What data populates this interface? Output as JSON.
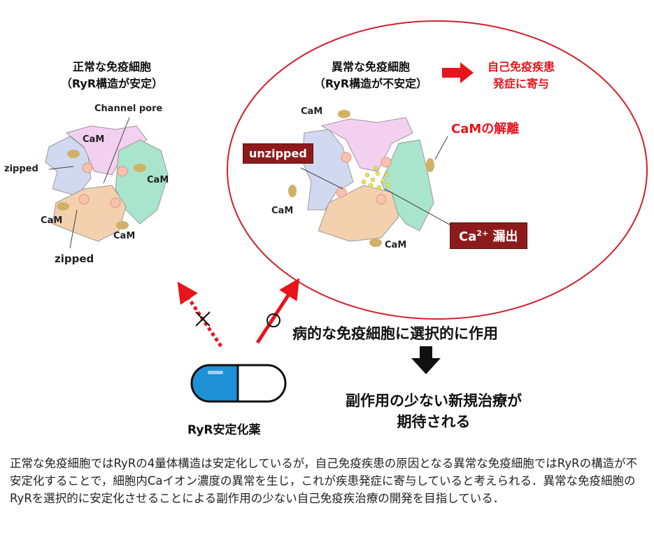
{
  "normal": {
    "title": "正常な免疫細胞",
    "subtitle": "（RyR構造が安定）",
    "labels": {
      "channel_pore": "Channel pore",
      "cam": "CaM",
      "zipped": "zipped"
    }
  },
  "abnormal": {
    "title": "異常な免疫細胞",
    "subtitle": "（RyR構造が不安定）",
    "result_line1": "自己免疫疾患",
    "result_line2": "発症に寄与",
    "labels": {
      "cam": "CaM",
      "cam_dissociation": "CaMの解離",
      "unzipped": "unzipped",
      "ca_leak_base": "Ca",
      "ca_leak_sup": "2+",
      "ca_leak_text": " 漏出"
    }
  },
  "action": {
    "selective": "病的な免疫細胞に選択的に作用",
    "expected_line1": "副作用の少ない新規治療が",
    "expected_line2": "期待される"
  },
  "drug": {
    "label": "RyR安定化薬"
  },
  "marks": {
    "cross": "×",
    "circle": "○"
  },
  "colors": {
    "accent_red": "#e8141b",
    "box_red": "#8e1b1b",
    "capsule_blue": "#1e90d6"
  },
  "description": "正常な免疫細胞ではRyRの4量体構造は安定化しているが，自己免疫疾患の原因となる異常な免疫細胞ではRyRの構造が不安定化することで，細胞内Caイオン濃度の異常を生じ，これが疾患発症に寄与していると考えられる．異常な免疫細胞のRyRを選択的に安定化させることによる副作用の少ない自己免疫疾治療の開発を目指している．"
}
